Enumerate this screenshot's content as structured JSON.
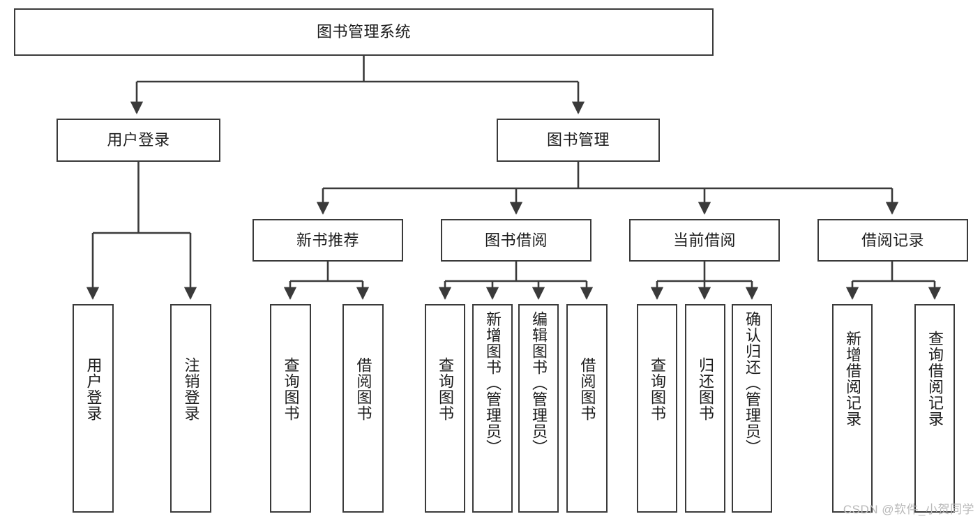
{
  "diagram": {
    "title": "图书管理系统",
    "type": "tree",
    "orientation": "top-down",
    "colors": {
      "box_border": "#3a3a3a",
      "box_fill": "#ffffff",
      "connector": "#3a3a3a",
      "text": "#1c1c1c",
      "watermark": "#b9b9b9",
      "background": "#ffffff"
    },
    "root": {
      "label": "图书管理系统"
    },
    "level2": [
      {
        "label": "用户登录"
      },
      {
        "label": "图书管理"
      }
    ],
    "level3": [
      {
        "label": "新书推荐"
      },
      {
        "label": "图书借阅"
      },
      {
        "label": "当前借阅"
      },
      {
        "label": "借阅记录"
      }
    ],
    "leaves": {
      "user_login": [
        {
          "label": "用户登录"
        },
        {
          "label": "注销登录"
        }
      ],
      "new_book_recommend": [
        {
          "label": "查询图书"
        },
        {
          "label": "借阅图书"
        }
      ],
      "book_borrow": [
        {
          "label": "查询图书"
        },
        {
          "label": "新增图书（管理员）"
        },
        {
          "label": "编辑图书（管理员）"
        },
        {
          "label": "借阅图书"
        }
      ],
      "current_borrow": [
        {
          "label": "查询图书"
        },
        {
          "label": "归还图书"
        },
        {
          "label": "确认归还（管理员）"
        }
      ],
      "borrow_record": [
        {
          "label": "新增借阅记录"
        },
        {
          "label": "查询借阅记录"
        }
      ]
    },
    "watermark": "CSDN @软件_小贺同学"
  }
}
